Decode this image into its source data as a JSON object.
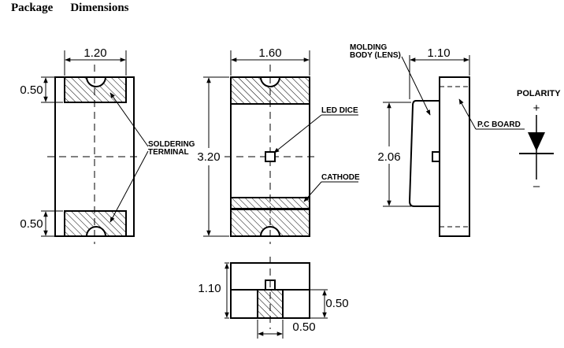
{
  "header": {
    "word1": "Package",
    "word2": "Dimensions"
  },
  "dims": {
    "top_width": "1.20",
    "pad_top": "0.50",
    "pad_bottom": "0.50",
    "front_width": "1.60",
    "front_height": "3.20",
    "side_width": "1.10",
    "side_height": "2.06",
    "bottom_height": "1.10",
    "bottom_pad_h": "0.50",
    "bottom_pad_w": "0.50"
  },
  "labels": {
    "soldering1": "SOLDERING",
    "soldering2": "TERMINAL",
    "led_dice": "LED DICE",
    "cathode": "CATHODE",
    "molding1": "MOLDING",
    "molding2": "BODY (LENS)",
    "pc_board": "P.C BOARD",
    "polarity": "POLARITY",
    "plus": "+",
    "minus": "–"
  }
}
